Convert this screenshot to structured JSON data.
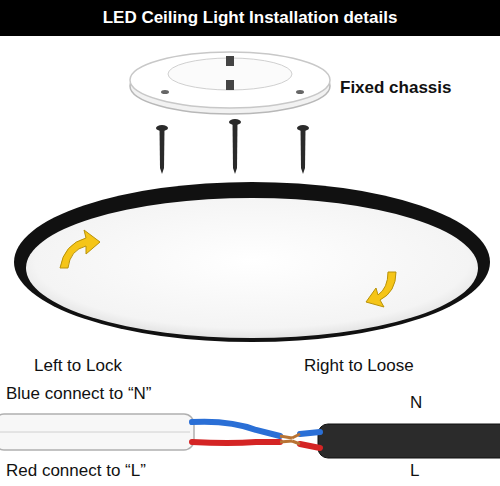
{
  "diagram": {
    "title": "LED Ceiling Light Installation details",
    "labels": [
      "Fixed chassis",
      "Left to Lock",
      "Right to Loose",
      "Blue connect to “N”",
      "N",
      "Red connect to “L”",
      "L"
    ]
  }
}
